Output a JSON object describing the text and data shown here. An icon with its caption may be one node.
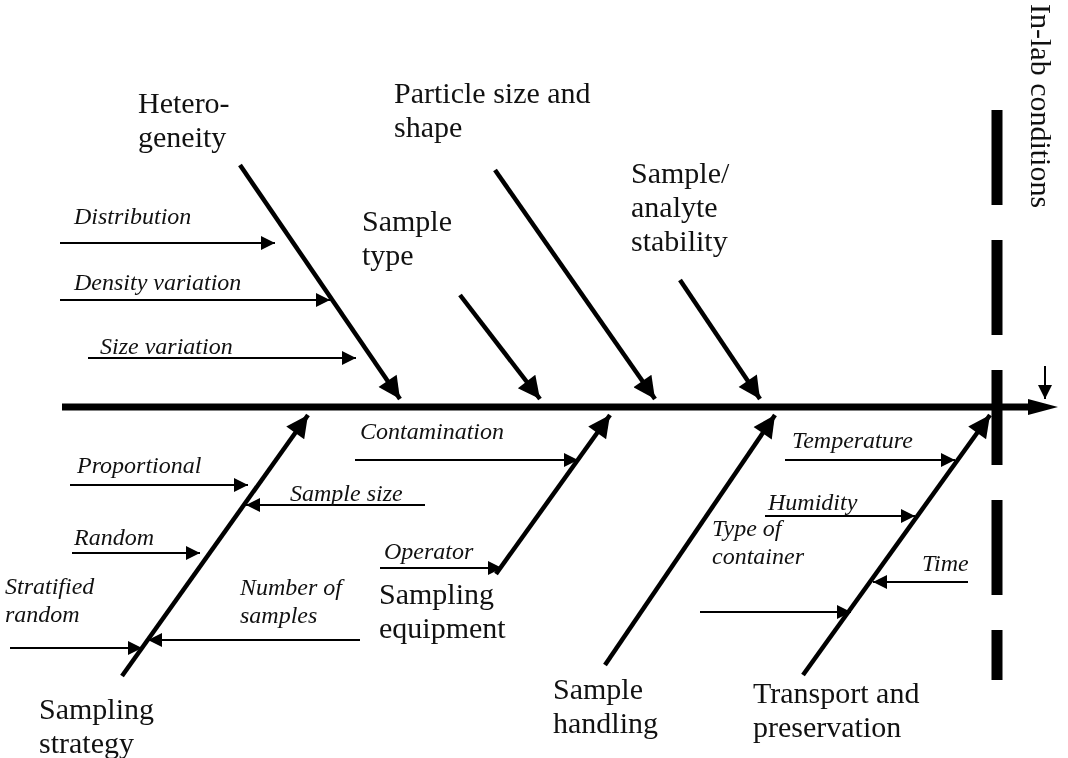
{
  "diagram": {
    "nodes": [
      {
        "text": [
          "In-lab conditions"
        ]
      },
      {
        "text": [
          "Hetero- geneity"
        ]
      },
      {
        "text": [
          "Particle size and shape"
        ]
      },
      {
        "text": [
          "Sample/ analyte stability"
        ]
      },
      {
        "text": [
          "Sample type"
        ]
      },
      {
        "text": [
          "Distribution"
        ]
      },
      {
        "text": [
          "Density variation"
        ]
      },
      {
        "text": [
          "Size variation"
        ]
      },
      {
        "text": [],
        "shape": "bar"
      },
      {
        "text": [
          "Contamination"
        ]
      },
      {
        "text": [
          "Temperature"
        ]
      },
      {
        "text": [
          "Proportional"
        ]
      },
      {
        "text": [
          "Sample size"
        ]
      },
      {
        "text": [
          "Humidity"
        ]
      },
      {
        "text": [
          "Random"
        ]
      },
      {
        "text": [
          "Operator"
        ]
      },
      {
        "text": [
          "Time"
        ]
      },
      {
        "text": [
          "Type of container"
        ]
      },
      {
        "text": [
          "Stratified random"
        ]
      },
      {
        "text": [
          "Number of samples"
        ]
      },
      {
        "text": [
          "Sampling equipment"
        ]
      },
      {
        "text": [
          "Sampling strategy"
        ]
      },
      {
        "text": [
          "Sample handling"
        ]
      },
      {
        "text": [
          "Transport and preservation"
        ]
      }
    ],
    "edges": [
      {
        "from": 1,
        "to": 8,
        "arrow": "to",
        "style": "thick"
      },
      {
        "from": 2,
        "to": 8,
        "arrow": "to",
        "style": "thick"
      },
      {
        "from": 3,
        "to": 8,
        "arrow": "to",
        "style": "thick"
      },
      {
        "from": 4,
        "to": 8,
        "arrow": "to",
        "style": "thick"
      },
      {
        "from": 21,
        "to": 8,
        "arrow": "to",
        "style": "thick"
      },
      {
        "from": 20,
        "to": 8,
        "arrow": "to",
        "style": "thick"
      },
      {
        "from": 22,
        "to": 8,
        "arrow": "to",
        "style": "thick"
      },
      {
        "from": 23,
        "to": 8,
        "arrow": "to",
        "style": "thick"
      },
      {
        "from": null,
        "to": 8,
        "arrow": "to"
      },
      {
        "from": 5,
        "to": null,
        "arrow": "to"
      },
      {
        "from": 6,
        "to": null,
        "arrow": "to"
      },
      {
        "from": 7,
        "to": null,
        "arrow": "to"
      },
      {
        "from": 9,
        "to": null,
        "arrow": "to"
      },
      {
        "from": 10,
        "to": null,
        "arrow": "to"
      },
      {
        "from": 11,
        "to": null,
        "arrow": "to"
      },
      {
        "from": 12,
        "to": null,
        "arrow": "to"
      },
      {
        "from": 13,
        "to": null,
        "arrow": "to"
      },
      {
        "from": 14,
        "to": null,
        "arrow": "to"
      },
      {
        "from": 15,
        "to": null,
        "arrow": "to"
      },
      {
        "from": 16,
        "to": null,
        "arrow": "to"
      },
      {
        "from": 17,
        "to": null,
        "arrow": "to"
      },
      {
        "from": 18,
        "to": null,
        "arrow": "to"
      },
      {
        "from": 19,
        "to": null,
        "arrow": "to"
      }
    ]
  }
}
